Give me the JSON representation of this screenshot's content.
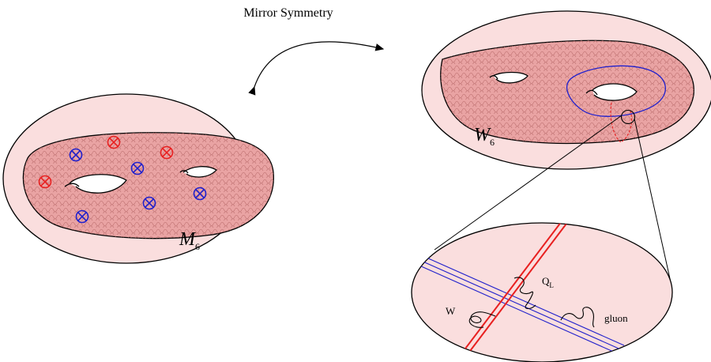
{
  "title": "Mirror Symmetry",
  "left_manifold": {
    "label": "M",
    "subscript": "6"
  },
  "right_manifold": {
    "label": "W",
    "subscript": "6"
  },
  "zoom": {
    "label_w": "W",
    "label_ql": "Q",
    "label_ql_sub": "L",
    "label_gluon": "gluon"
  },
  "colors": {
    "outer_fill": "#fadede",
    "inner_fill": "#e9a3a3",
    "mesh": "#b86a6a",
    "red_brane": "#e82020",
    "blue_brane": "#2020cc",
    "outline": "#000000"
  }
}
